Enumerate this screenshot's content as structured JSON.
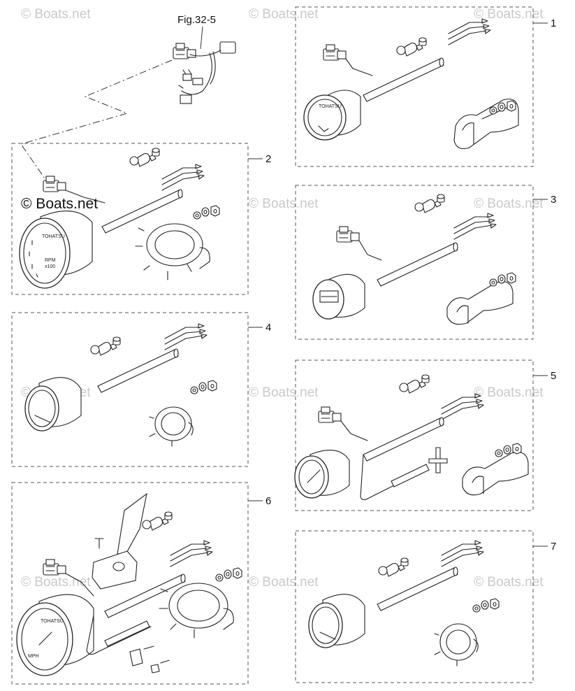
{
  "figure_ref": "Fig.32-5",
  "watermark": "© Boats.net",
  "watermark_main": "© Boats.net",
  "callouts": {
    "c1": "1",
    "c2": "2",
    "c3": "3",
    "c4": "4",
    "c5": "5",
    "c6": "6",
    "c7": "7"
  },
  "gauge_text": {
    "rpm": "RPM",
    "x100": "x100",
    "mph": "MPH",
    "brand": "TOHATSU"
  }
}
